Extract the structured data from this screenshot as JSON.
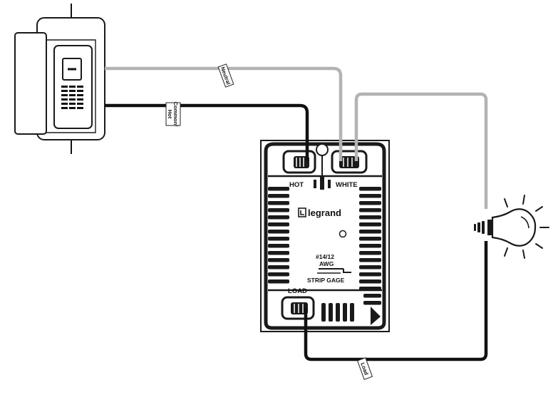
{
  "device": {
    "brand": "legrand",
    "terminal_hot": "HOT",
    "terminal_white": "WHITE",
    "terminal_load": "LOAD",
    "wire_gauge": "#14/12",
    "awg": "AWG",
    "strip_gage": "STRIP GAGE"
  },
  "wires": {
    "neutral_tag": "Neutral",
    "common_hot_tag_line1": "Common/",
    "common_hot_tag_line2": "Hot",
    "load_tag": "Load"
  },
  "colors": {
    "neutral_wire": "#b3b3b3",
    "hot_wire": "#111111"
  },
  "icons": {
    "panel": "breaker-panel-icon",
    "bulb": "light-bulb-icon"
  }
}
